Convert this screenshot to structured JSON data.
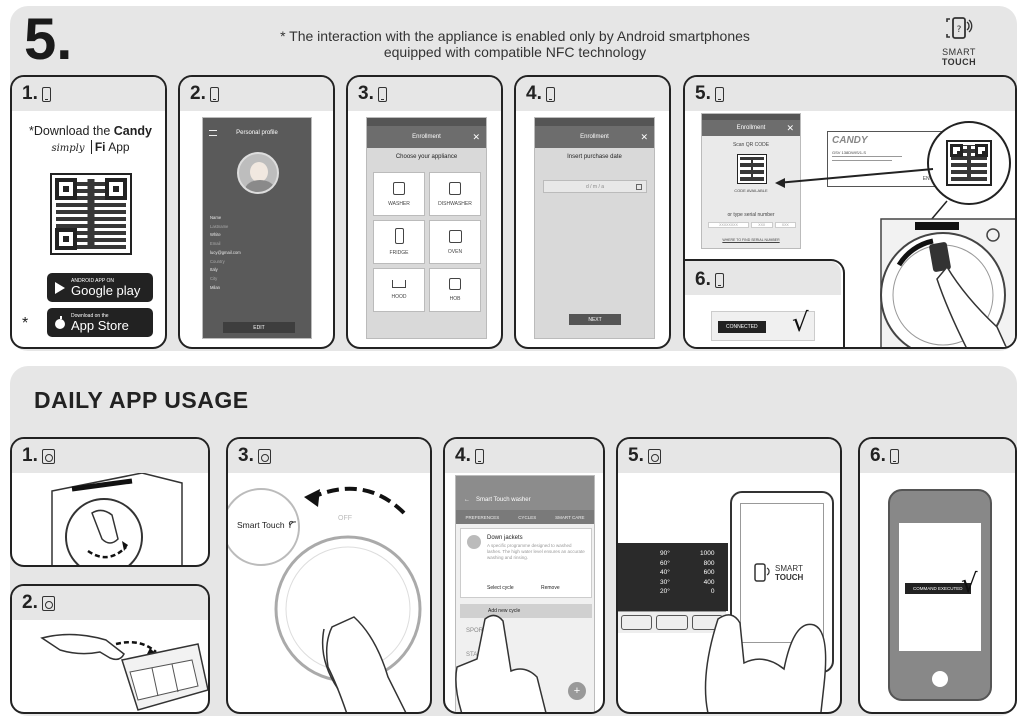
{
  "header": {
    "big_step": "5.",
    "notice_line1": "* The interaction with the appliance is enabled only by Android smartphones",
    "notice_line2": "equipped with compatible NFC technology",
    "smart_touch_line1": "SMART",
    "smart_touch_line2": "TOUCH"
  },
  "top_steps": {
    "s1": {
      "label": "1.",
      "download_prefix": "*Download the ",
      "brand": "Candy",
      "app_name_a": "simply",
      "app_name_b": "Fi",
      "app_suffix": "App",
      "google_small": "ANDROID APP ON",
      "google_big": "Google play",
      "apple_small": "Download on the",
      "apple_big": "App Store",
      "asterisk": "*"
    },
    "s2": {
      "label": "2.",
      "screen_title": "Personal profile",
      "fields": [
        "Name",
        "Lastname",
        "White",
        "Email",
        "lucy@gmail.com",
        "Country",
        "Italy",
        "City",
        "Milan"
      ],
      "button": "EDIT"
    },
    "s3": {
      "label": "3.",
      "screen_title": "Enrollment",
      "subtitle": "Choose your appliance",
      "tiles": [
        "WASHER",
        "DISHWASHER",
        "FRIDGE",
        "OVEN",
        "HOOD",
        "HOB"
      ]
    },
    "s4": {
      "label": "4.",
      "screen_title": "Enrollment",
      "subtitle": "Insert purchase date",
      "date_placeholder": "d / m / a",
      "button": "NEXT"
    },
    "s5": {
      "label": "5.",
      "screen_title": "Enrollment",
      "scan_label": "Scan QR CODE",
      "code_available": "CODE AVAILABLE",
      "or_type": "or type serial number",
      "serial_parts": [
        "XXXXXXXX",
        "XXX",
        "XXX"
      ],
      "where_link": "WHERE TO FIND SERIAL NUMBER",
      "plate_brand": "CANDY",
      "plate_model": "GSV 138DWIS/1-S",
      "plate_number": "EN 6.5"
    },
    "s6": {
      "label": "6.",
      "status": "CONNECTED",
      "check": "√"
    }
  },
  "daily": {
    "title": "DAILY APP USAGE",
    "s1": {
      "label": "1."
    },
    "s2": {
      "label": "2."
    },
    "s3": {
      "label": "3.",
      "smart_touch": "Smart Touch",
      "off": "OFF"
    },
    "s4": {
      "label": "4.",
      "app_title": "Smart Touch washer",
      "tabs": [
        "PREFERENCES",
        "CYCLES",
        "SMART CARE"
      ],
      "cycle_name": "Down jackets",
      "cycle_desc": "A specific programme designed to washed lashes. The high water level ensures an accurate washing and rinsing.",
      "select_cycle": "Select cycle",
      "remove": "Remove",
      "add_cycle": "Add new cycle",
      "list_a": "SPORT",
      "list_b": "STAINS"
    },
    "s5": {
      "label": "5.",
      "temps": [
        "90°",
        "60°",
        "40°",
        "30°",
        "20°"
      ],
      "speeds": [
        "1000",
        "800",
        "600",
        "400",
        "0"
      ],
      "smart_touch_line1": "SMART",
      "smart_touch_line2": "TOUCH"
    },
    "s6": {
      "label": "6.",
      "status": "COMMAND EXECUTED",
      "check": "√"
    }
  }
}
